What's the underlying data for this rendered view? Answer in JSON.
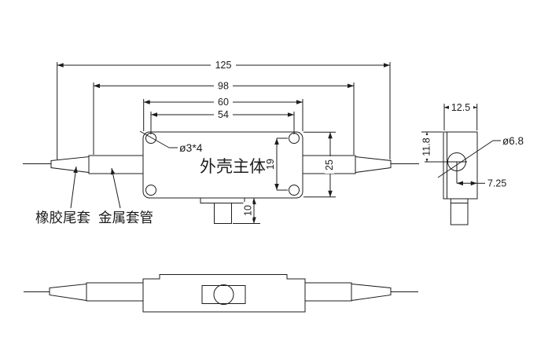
{
  "colors": {
    "line_color": "#1c1c1c",
    "background": "#ffffff"
  },
  "main_view": {
    "housing_label": "外壳主体",
    "hole_callout": "ø3*4",
    "rubber_boot_label": "橡胶尾套",
    "metal_sleeve_label": "金属套管",
    "dims": {
      "overall_length": "125",
      "sleeve_span": "98",
      "housing_length": "60",
      "hole_pitch_horizontal": "54",
      "hole_pitch_vertical": "19",
      "housing_width": "25",
      "stub_height": "10"
    }
  },
  "side_view": {
    "dims": {
      "body_thickness": "12.5",
      "hole_center_from_top": "11.8",
      "hole_diameter": "ø6.8",
      "hole_center_from_edge": "7.25"
    }
  }
}
